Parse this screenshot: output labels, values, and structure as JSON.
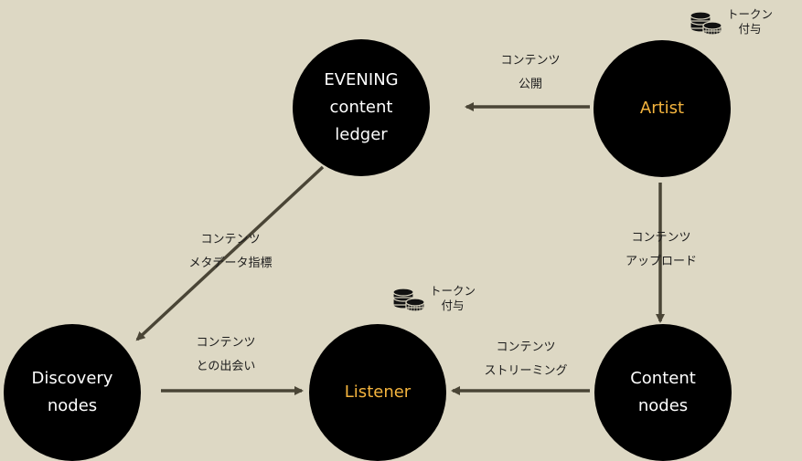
{
  "nodes": {
    "ledger": {
      "lines": [
        "EVENING",
        "content",
        "ledger"
      ]
    },
    "artist": {
      "lines": [
        "Artist"
      ]
    },
    "discovery": {
      "lines": [
        "Discovery",
        "nodes"
      ]
    },
    "listener": {
      "lines": [
        "Listener"
      ]
    },
    "content_nodes": {
      "lines": [
        "Content",
        "nodes"
      ]
    }
  },
  "edges": {
    "publish": {
      "lines": [
        "コンテンツ",
        "公開"
      ]
    },
    "metadata": {
      "lines": [
        "コンテンツ",
        "メタデータ指標"
      ]
    },
    "upload": {
      "lines": [
        "コンテンツ",
        "アップロード"
      ]
    },
    "encounter": {
      "lines": [
        "コンテンツ",
        "との出会い"
      ]
    },
    "streaming": {
      "lines": [
        "コンテンツ",
        "ストリーミング"
      ]
    }
  },
  "rewards": {
    "artist": {
      "lines": [
        "トークン",
        "付与"
      ],
      "icon": "coins-icon"
    },
    "listener": {
      "lines": [
        "トークン",
        "付与"
      ],
      "icon": "coins-icon"
    }
  },
  "colors": {
    "background": "#ddd8c4",
    "node_fill": "#000000",
    "node_text": "#ffffff",
    "highlight_text": "#f4b43e",
    "arrow": "#4a4536"
  }
}
